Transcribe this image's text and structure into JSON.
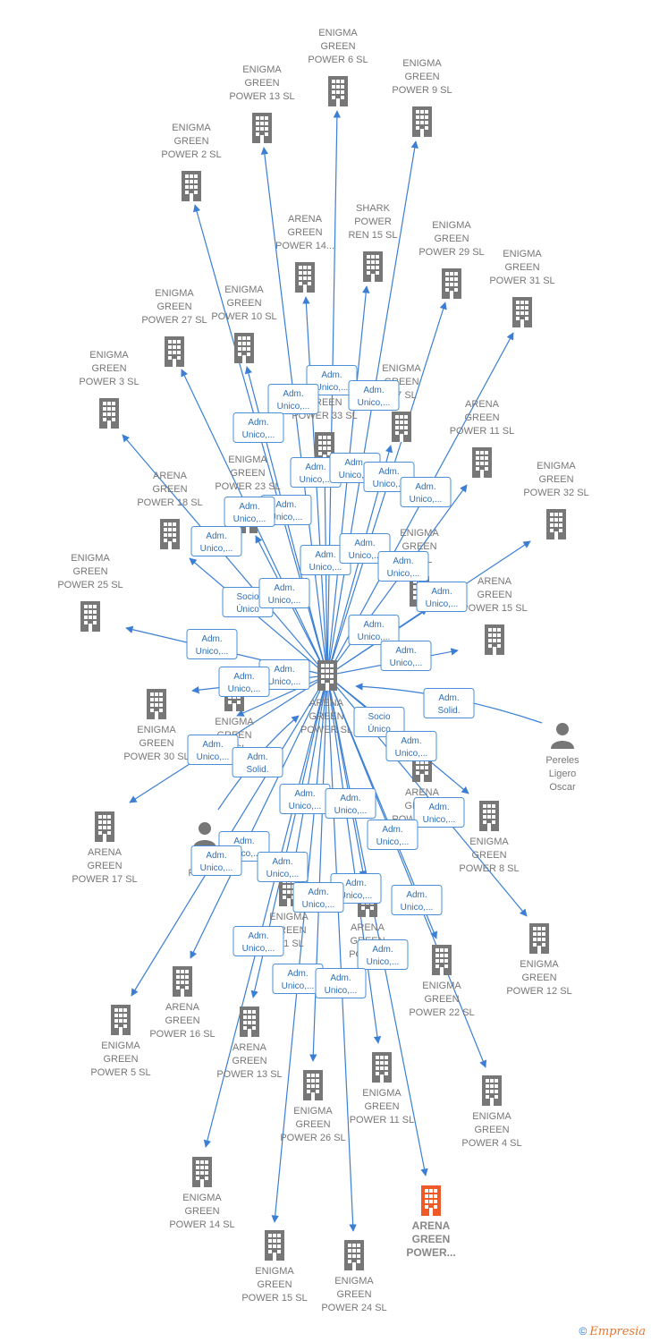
{
  "center": {
    "id": "center",
    "label": [
      "ARENA",
      "GREEN",
      "POWER  SL"
    ]
  },
  "nodes": [
    {
      "id": "eg6",
      "label": [
        "ENIGMA",
        "GREEN",
        "POWER 6  SL"
      ]
    },
    {
      "id": "eg13",
      "label": [
        "ENIGMA",
        "GREEN",
        "POWER 13  SL"
      ]
    },
    {
      "id": "eg9",
      "label": [
        "ENIGMA",
        "GREEN",
        "POWER 9  SL"
      ]
    },
    {
      "id": "eg2",
      "label": [
        "ENIGMA",
        "GREEN",
        "POWER 2  SL"
      ]
    },
    {
      "id": "ag14",
      "label": [
        "ARENA",
        "GREEN",
        "POWER 14..."
      ]
    },
    {
      "id": "shark15",
      "label": [
        "SHARK",
        "POWER",
        "REN 15  SL"
      ]
    },
    {
      "id": "eg29",
      "label": [
        "ENIGMA",
        "GREEN",
        "POWER 29  SL"
      ]
    },
    {
      "id": "eg31",
      "label": [
        "ENIGMA",
        "GREEN",
        "POWER 31  SL"
      ]
    },
    {
      "id": "eg27",
      "label": [
        "ENIGMA",
        "GREEN",
        "POWER 27  SL"
      ]
    },
    {
      "id": "eg10",
      "label": [
        "ENIGMA",
        "GREEN",
        "POWER 10  SL"
      ]
    },
    {
      "id": "eg3",
      "label": [
        "ENIGMA",
        "GREEN",
        "POWER 3  SL"
      ]
    },
    {
      "id": "eg7",
      "label": [
        "ENIGMA",
        "GREEN",
        "R 7  SL"
      ]
    },
    {
      "id": "eg33",
      "label": [
        "ENIGMA",
        "GREEN",
        "POWER 33  SL"
      ]
    },
    {
      "id": "ag11",
      "label": [
        "ARENA",
        "GREEN",
        "POWER 11  SL"
      ]
    },
    {
      "id": "eg32",
      "label": [
        "ENIGMA",
        "GREEN",
        "POWER 32  SL"
      ]
    },
    {
      "id": "eg23",
      "label": [
        "ENIGMA",
        "GREEN",
        "POWER 23  SL"
      ]
    },
    {
      "id": "ag18",
      "label": [
        "ARENA",
        "GREEN",
        "POWER 18  SL"
      ]
    },
    {
      "id": "eg28",
      "label": [
        "ENIGMA",
        "GREEN",
        "28  SL"
      ]
    },
    {
      "id": "eg25",
      "label": [
        "ENIGMA",
        "GREEN",
        "POWER 25  SL"
      ]
    },
    {
      "id": "ag15",
      "label": [
        "ARENA",
        "GREEN",
        "POWER 15  SL"
      ]
    },
    {
      "id": "eg30",
      "label": [
        "ENIGMA",
        "GREEN",
        "POWER 30  SL"
      ]
    },
    {
      "id": "eg21",
      "label": [
        "ENIGMA",
        "GREEN",
        "21  SL"
      ]
    },
    {
      "id": "ag17",
      "label": [
        "ARENA",
        "GREEN",
        "POWER 17  SL"
      ]
    },
    {
      "id": "eg8",
      "label": [
        "ENIGMA",
        "GREEN",
        "POWER 8  SL"
      ]
    },
    {
      "id": "ag2",
      "label": [
        "ARENA",
        "GREEN",
        "POWER 2  SL"
      ]
    },
    {
      "id": "eg12",
      "label": [
        "ENIGMA",
        "GREEN",
        "POWER 12  SL"
      ]
    },
    {
      "id": "ag16",
      "label": [
        "ARENA",
        "GREEN",
        "POWER 16  SL"
      ]
    },
    {
      "id": "eg1",
      "label": [
        "ENIGMA",
        "GREEN",
        "R 1  SL"
      ]
    },
    {
      "id": "agx",
      "label": [
        "ARENA",
        "GREEN",
        "POWER"
      ]
    },
    {
      "id": "eg22",
      "label": [
        "ENIGMA",
        "GREEN",
        "POWER 22  SL"
      ]
    },
    {
      "id": "eg5",
      "label": [
        "ENIGMA",
        "GREEN",
        "POWER 5  SL"
      ]
    },
    {
      "id": "ag13",
      "label": [
        "ARENA",
        "GREEN",
        "POWER 13  SL"
      ]
    },
    {
      "id": "eg26",
      "label": [
        "ENIGMA",
        "GREEN",
        "POWER 26  SL"
      ]
    },
    {
      "id": "eg11",
      "label": [
        "ENIGMA",
        "GREEN",
        "POWER 11  SL"
      ]
    },
    {
      "id": "eg4",
      "label": [
        "ENIGMA",
        "GREEN",
        "POWER 4  SL"
      ]
    },
    {
      "id": "eg14",
      "label": [
        "ENIGMA",
        "GREEN",
        "POWER 14  SL"
      ]
    },
    {
      "id": "eg15",
      "label": [
        "ENIGMA",
        "GREEN",
        "POWER 15  SL"
      ]
    },
    {
      "id": "eg24",
      "label": [
        "ENIGMA",
        "GREEN",
        "POWER 24  SL"
      ]
    },
    {
      "id": "agp",
      "label": [
        "ARENA",
        "GREEN",
        "POWER..."
      ],
      "highlight": true
    }
  ],
  "persons": [
    {
      "id": "pereles",
      "label": [
        "Pereles",
        "Ligero",
        "Oscar"
      ]
    },
    {
      "id": "pablo",
      "label": [
        "M",
        "Pablo..."
      ]
    }
  ],
  "edge_labels": {
    "adm_unico": [
      "Adm.",
      "Unico,..."
    ],
    "adm_solid": [
      "Adm.",
      "Solid."
    ],
    "socio_unico": [
      "Socio",
      "Único"
    ]
  },
  "footer": {
    "copyright": "©",
    "brand": "Empresia"
  }
}
